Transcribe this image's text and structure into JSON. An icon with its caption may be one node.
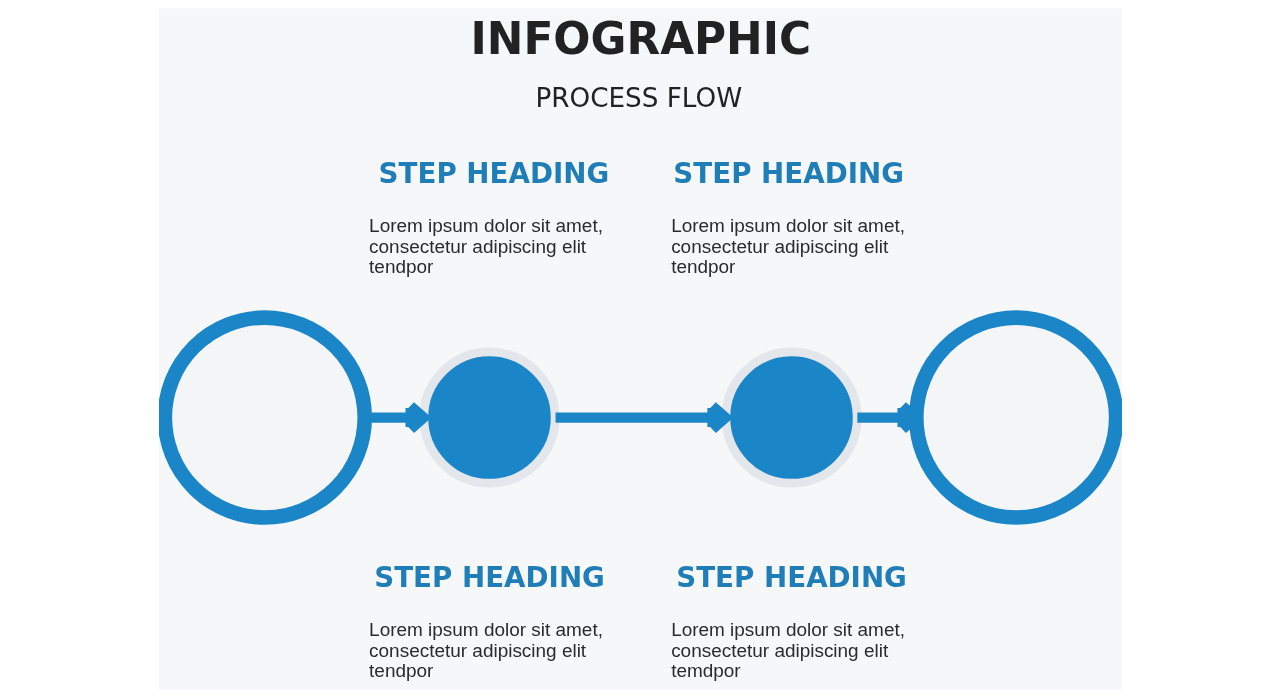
{
  "diagram": {
    "title": "INFOGRAPHIC",
    "nodes": [
      {
        "text": [],
        "shape": "circle"
      },
      {
        "text": [],
        "shape": "circle"
      },
      {
        "text": [],
        "shape": "circle"
      },
      {
        "text": [],
        "shape": "circle"
      }
    ],
    "edges": [
      {
        "from": 0,
        "to": 1,
        "arrow": "to"
      },
      {
        "from": 1,
        "to": 2,
        "arrow": "to"
      },
      {
        "from": 2,
        "to": 3,
        "arrow": "to"
      }
    ],
    "labels": [
      "PROCESS FLOW",
      "STEP HEADING",
      "Lorem ipsum dolor sit amet, consectetur adipiscing elit tendpor",
      "STEP HEADING",
      "Lorem ipsum dolor sit amet, consectetur adipiscing elit tendpor",
      "STEP HEADING",
      "Lorem ipsum dolor sit amet, consectetur adipiscing elit tendpor",
      "STEP HEADING",
      "Lorem ipsum dolor sit amet, consectetur adipiscing elit temdpor"
    ]
  }
}
